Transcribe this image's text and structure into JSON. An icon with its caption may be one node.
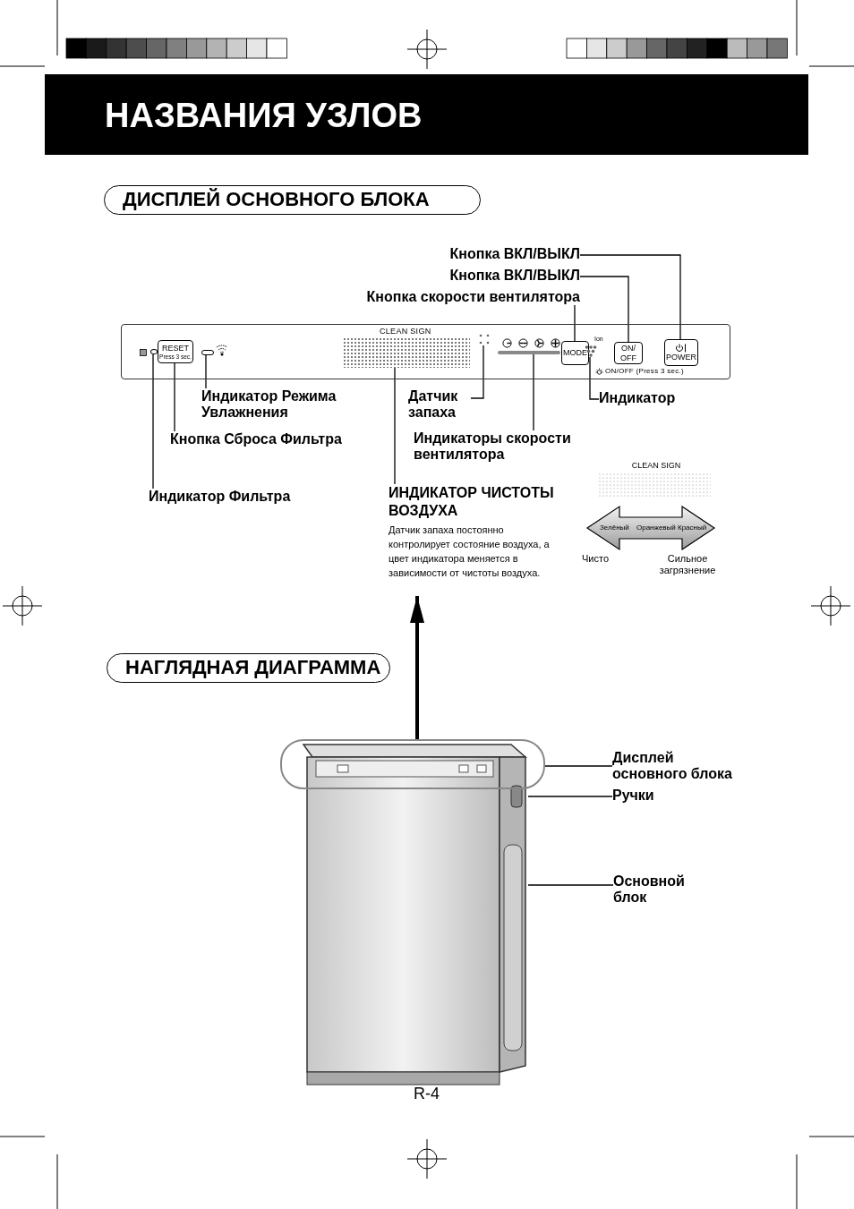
{
  "diagram": {
    "title": "НАЗВАНИЯ УЗЛОВ",
    "nodes": [
      {
        "text": [
          "ДИСПЛЕЙ ОСНОВНОГО БЛОКА"
        ]
      },
      {
        "text": [
          "Кнопка ВКЛ/ВЫКЛ"
        ]
      },
      {
        "text": [
          "Кнопка ВКЛ/ВЫКЛ"
        ]
      },
      {
        "text": [
          "Кнопка скорости вентилятора"
        ]
      },
      {
        "text": [
          "CLEAN SIGN",
          "ON/OFF (Press 3 sec.)"
        ]
      },
      {
        "text": [],
        "shape": "circle",
        "in": 4
      },
      {
        "text": [
          "RESET",
          "Press 3 sec."
        ],
        "in": 4
      },
      {
        "text": [],
        "shape": "bar",
        "in": 4
      },
      {
        "text": [],
        "shape": "box",
        "in": 4
      },
      {
        "text": [],
        "shape": "circle",
        "in": 4
      },
      {
        "text": [],
        "shape": "bar",
        "in": 4
      },
      {
        "text": [
          "MODE"
        ],
        "in": 4
      },
      {
        "text": [],
        "shape": "circle",
        "in": 4,
        "beside": [
          "Ion"
        ]
      },
      {
        "text": [
          "ON/ OFF"
        ],
        "in": 4
      },
      {
        "text": [
          "POWER"
        ],
        "in": 4
      },
      {
        "text": [
          "Индикатор Режима Увлажнения"
        ]
      },
      {
        "text": [
          "Датчик запаха"
        ]
      },
      {
        "text": [
          "Индикатор"
        ]
      },
      {
        "text": [
          "Кнопка Сброса Фильтра"
        ]
      },
      {
        "text": [
          "Индикаторы скорости вентилятора"
        ]
      },
      {
        "text": [
          "Индикатор Фильтра"
        ]
      },
      {
        "text": [
          "ИНДИКАТОР ЧИСТОТЫ ВОЗДУХА",
          "Датчик запаха постоянно контролирует состояние воздуха, а цвет индикатора меняется в зависимости от чистоты воздуха."
        ]
      },
      {
        "text": [
          "НАГЛЯДНАЯ ДИАГРАММА"
        ]
      },
      {
        "text": [],
        "shape": "picture"
      },
      {
        "text": [],
        "shape": "box"
      },
      {
        "text": [
          "Дисплей основного блока"
        ]
      },
      {
        "text": [
          "Ручки"
        ]
      },
      {
        "text": [
          "Основной блок"
        ]
      }
    ],
    "edges": [
      {
        "from": 1,
        "to": 14,
        "arrow": "none"
      },
      {
        "from": 2,
        "to": 13,
        "arrow": "none"
      },
      {
        "from": 3,
        "to": 11,
        "arrow": "none"
      },
      {
        "from": 20,
        "to": 5,
        "arrow": "none"
      },
      {
        "from": 18,
        "to": 6,
        "arrow": "none"
      },
      {
        "from": 15,
        "to": 7,
        "arrow": "none"
      },
      {
        "from": 21,
        "to": 8,
        "arrow": "none"
      },
      {
        "from": 16,
        "to": 9,
        "arrow": "none"
      },
      {
        "from": 19,
        "to": 10,
        "arrow": "none"
      },
      {
        "from": 17,
        "to": 12,
        "arrow": "none"
      },
      {
        "from": 24,
        "to": 21,
        "arrow": "to",
        "style": "thick"
      },
      {
        "from": 25,
        "to": 24,
        "arrow": "none"
      },
      {
        "from": 26,
        "to": 23,
        "arrow": "none"
      },
      {
        "from": 27,
        "to": 23,
        "arrow": "none"
      }
    ],
    "labels": [
      "CLEAN SIGN",
      "Зелёный",
      "Оранжевый",
      "Красный",
      "Чисто",
      "Сильное загрязнение",
      "R-4"
    ]
  }
}
